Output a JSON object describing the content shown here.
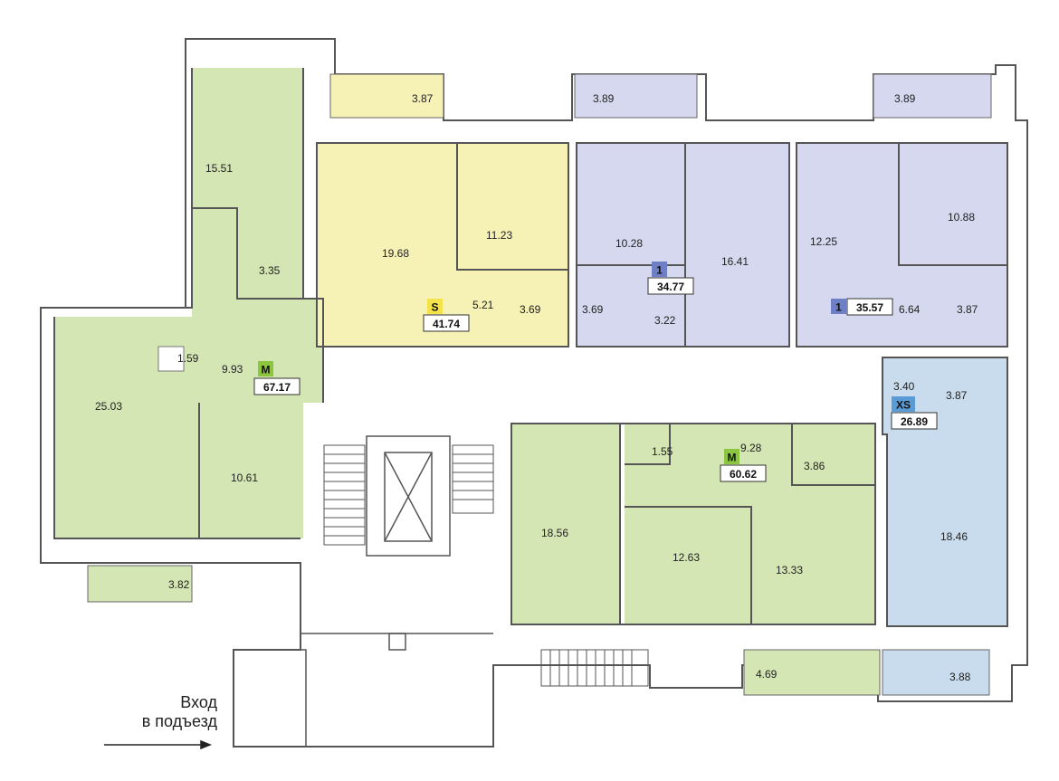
{
  "colors": {
    "green": "#d4e6b3",
    "yellow": "#f6f1b4",
    "purple": "#d5d8ee",
    "blue": "#c9dcee",
    "wall": "#555555",
    "badge_s": "#f3e24a",
    "badge_m": "#8cc63f",
    "badge_1": "#6f7fc6",
    "badge_xs": "#5b9bd5"
  },
  "apartments": {
    "m_left": {
      "type": "M",
      "total": "67.17"
    },
    "s_top": {
      "type": "S",
      "total": "41.74"
    },
    "one_a": {
      "type": "1",
      "total": "34.77"
    },
    "one_b": {
      "type": "1",
      "total": "35.57"
    },
    "xs_right": {
      "type": "XS",
      "total": "26.89"
    },
    "m_center": {
      "type": "M",
      "total": "60.62"
    }
  },
  "rooms": {
    "m_left": [
      "15.51",
      "3.35",
      "1.59",
      "9.93",
      "25.03",
      "10.61",
      "3.82"
    ],
    "s_top": [
      "3.87",
      "19.68",
      "11.23",
      "5.21",
      "3.69"
    ],
    "one_a": [
      "3.89",
      "10.28",
      "16.41",
      "3.69",
      "3.22"
    ],
    "one_b": [
      "3.89",
      "12.25",
      "10.88",
      "6.64",
      "3.87"
    ],
    "xs_right": [
      "3.40",
      "3.87",
      "18.46",
      "3.88"
    ],
    "m_center": [
      "1.55",
      "9.28",
      "3.86",
      "18.56",
      "12.63",
      "13.33",
      "4.69"
    ]
  },
  "entrance": {
    "line1": "Вход",
    "line2": "в подъезд",
    "arrow_icon": "arrow-right-icon"
  }
}
